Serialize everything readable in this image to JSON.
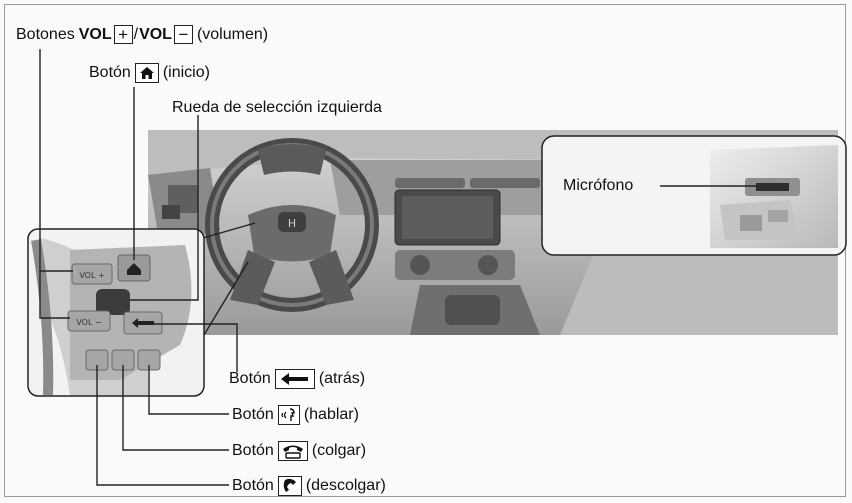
{
  "labels": {
    "vol_prefix": "Botones",
    "vol_word1": "VOL",
    "vol_sep": "/",
    "vol_word2": "VOL",
    "vol_suffix": "(volumen)",
    "home_prefix": "Botón",
    "home_suffix": "(inicio)",
    "left_wheel": "Rueda de selección izquierda",
    "microphone": "Micrófono",
    "back_prefix": "Botón",
    "back_suffix": "(atrás)",
    "talk_prefix": "Botón",
    "talk_suffix": "(hablar)",
    "hangup_prefix": "Botón",
    "hangup_suffix": "(colgar)",
    "pickup_prefix": "Botón",
    "pickup_suffix": "(descolgar)"
  },
  "icons": {
    "plus": "plus-icon",
    "minus": "minus-icon",
    "home": "home-icon",
    "back": "back-arrow-icon",
    "talk": "talk-icon",
    "hangup": "hang-up-phone-icon",
    "pickup": "pick-up-phone-icon"
  },
  "switch_labels": {
    "vol_up": "VOL +",
    "vol_down": "VOL −"
  },
  "colors": {
    "line": "#222222",
    "photo_dark": "#3a3a3a",
    "photo_mid": "#8a8a8a",
    "photo_light": "#d4d4d4"
  }
}
